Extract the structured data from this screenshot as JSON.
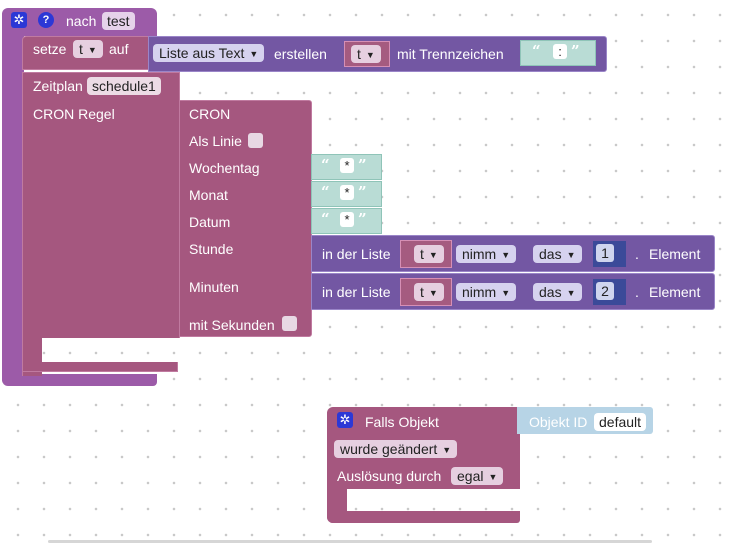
{
  "event_block": {
    "label": "nach",
    "name": "test"
  },
  "setze_block": {
    "label_setze": "setze",
    "var": "t",
    "label_auf": "auf"
  },
  "split_block": {
    "mode": "Liste aus Text",
    "label_create": "erstellen",
    "var": "t",
    "label_sep": "mit Trennzeichen",
    "separator": ":"
  },
  "schedule_block": {
    "label": "Zeitplan",
    "name": "schedule1",
    "cron_label": "CRON Regel"
  },
  "cron_block": {
    "title": "CRON",
    "as_line": "Als Linie",
    "weekday": "Wochentag",
    "month": "Monat",
    "date": "Datum",
    "hour": "Stunde",
    "minutes": "Minuten",
    "seconds": "mit Sekunden",
    "star": "*"
  },
  "list_get_1": {
    "prefix": "in der Liste",
    "var": "t",
    "op": "nimm",
    "pos": "das",
    "index": "1",
    "dot": ".",
    "suffix": "Element"
  },
  "list_get_2": {
    "prefix": "in der Liste",
    "var": "t",
    "op": "nimm",
    "pos": "das",
    "index": "2",
    "dot": ".",
    "suffix": "Element"
  },
  "trigger_block": {
    "title": "Falls Objekt",
    "condition": "wurde geändert",
    "trigger_label": "Auslösung durch",
    "trigger_value": "egal"
  },
  "object_id_block": {
    "label": "Objekt ID",
    "value": "default"
  },
  "colors": {
    "event": "#9c5ba8",
    "schedule": "#a5577f",
    "list": "#7357a3",
    "text": "#b9dcd5"
  }
}
